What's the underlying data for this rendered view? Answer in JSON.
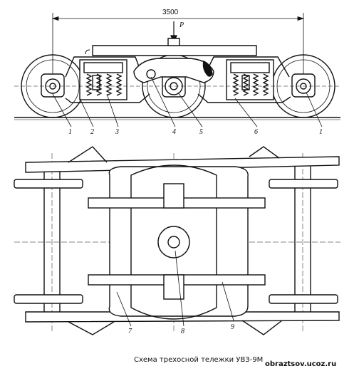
{
  "dimension": {
    "text": "3500"
  },
  "load_label": "P",
  "callouts": [
    "1",
    "2",
    "3",
    "4",
    "5",
    "6",
    "1",
    "7",
    "8",
    "9"
  ],
  "caption": "Схема трехосной тележки УВЗ-9М",
  "watermark": "obraztsov.ucoz.ru",
  "colors": {
    "line": "#111111",
    "paper": "#ffffff"
  }
}
